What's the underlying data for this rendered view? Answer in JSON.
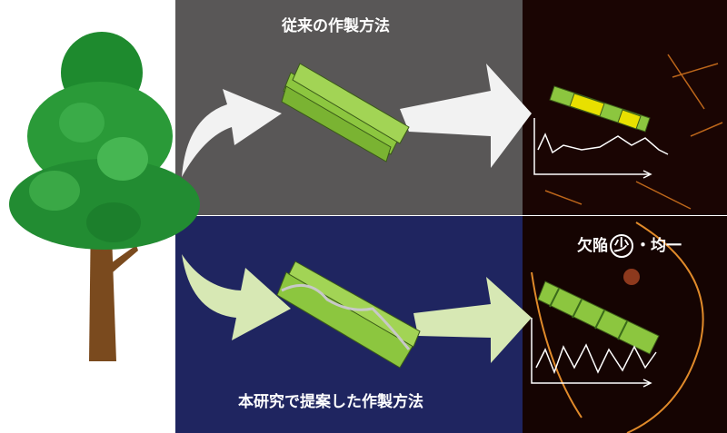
{
  "top_panel": {
    "title": "従来の作製方法",
    "color": "#595757"
  },
  "bottom_panel": {
    "title": "本研究で提案した作製方法",
    "color": "#1f2560"
  },
  "bottom_image": {
    "label_prefix": "欠陥",
    "label_circled": "少",
    "label_suffix": "・均一"
  },
  "icons": [
    "tree-icon",
    "curved-arrow-icon",
    "fiber-bundle-icon",
    "fiber-twisted-icon",
    "profile-graph-icon"
  ],
  "colors": {
    "fiber_green": "#8cc63f",
    "highlight_yellow": "#e8e000",
    "arrow_top": "#f2f2f2",
    "arrow_bottom": "#d7e8b4"
  }
}
